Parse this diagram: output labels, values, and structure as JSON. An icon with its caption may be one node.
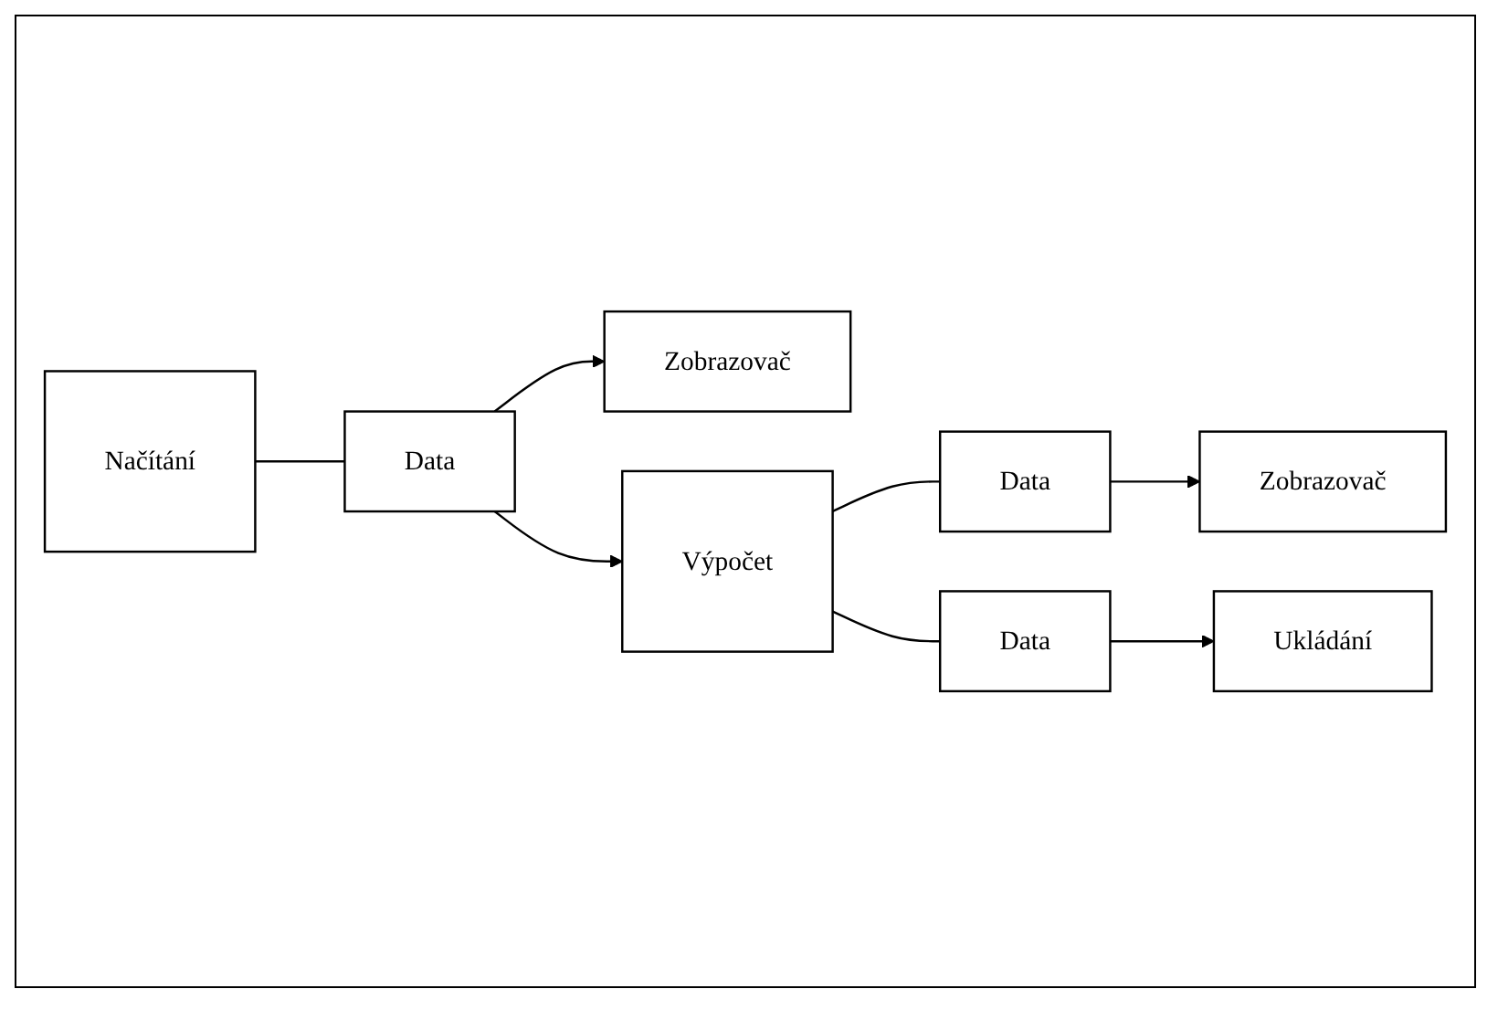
{
  "diagram": {
    "nodes": [
      {
        "text": [
          "Načítání"
        ]
      },
      {
        "text": [
          "Data"
        ]
      },
      {
        "text": [
          "Zobrazovač"
        ]
      },
      {
        "text": [
          "Výpočet"
        ]
      },
      {
        "text": [
          "Data"
        ]
      },
      {
        "text": [
          "Zobrazovač"
        ]
      },
      {
        "text": [
          "Data"
        ]
      },
      {
        "text": [
          "Ukládání"
        ]
      }
    ],
    "edges": [
      {
        "from": 0,
        "to": 1,
        "arrow": "none"
      },
      {
        "from": 1,
        "to": 2,
        "arrow": "to"
      },
      {
        "from": 1,
        "to": 3,
        "arrow": "to"
      },
      {
        "from": 3,
        "to": 4,
        "arrow": "none"
      },
      {
        "from": 4,
        "to": 5,
        "arrow": "to"
      },
      {
        "from": 3,
        "to": 6,
        "arrow": "none"
      },
      {
        "from": 6,
        "to": 7,
        "arrow": "to"
      }
    ]
  }
}
